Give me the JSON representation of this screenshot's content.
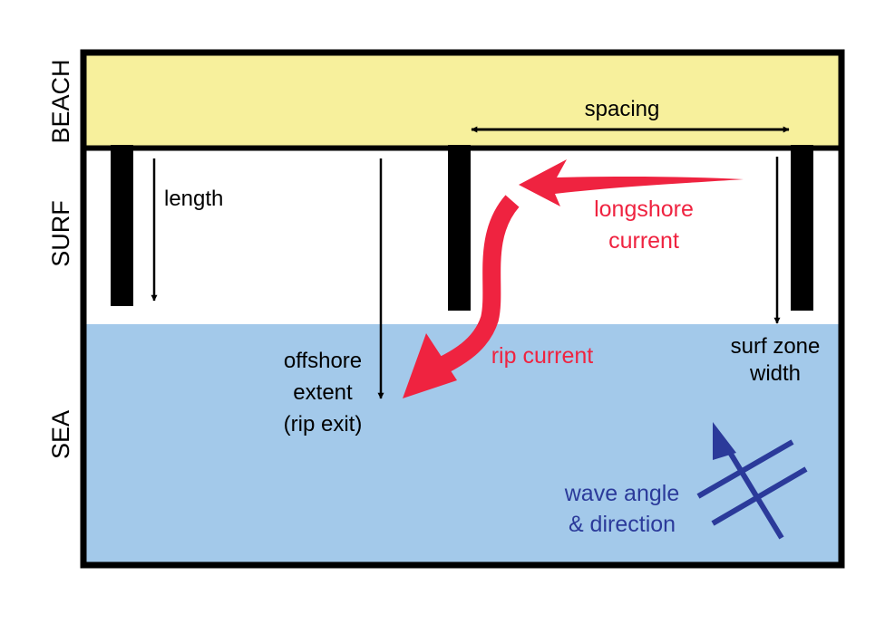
{
  "zones": {
    "beach": "BEACH",
    "surf": "SURF",
    "sea": "SEA"
  },
  "labels": {
    "spacing": "spacing",
    "length": "length",
    "longshore_line1": "longshore",
    "longshore_line2": "current",
    "rip_current": "rip current",
    "offshore_line1": "offshore",
    "offshore_line2": "extent",
    "offshore_line3": "(rip exit)",
    "surfzone_line1": "surf zone",
    "surfzone_line2": "width",
    "wave_line1": "wave angle",
    "wave_line2": "& direction"
  },
  "colors": {
    "beach": "#f7f09c",
    "sea": "#a3c9ea",
    "current": "#ef2340",
    "wave": "#2b3a9a",
    "ink": "#000000"
  }
}
